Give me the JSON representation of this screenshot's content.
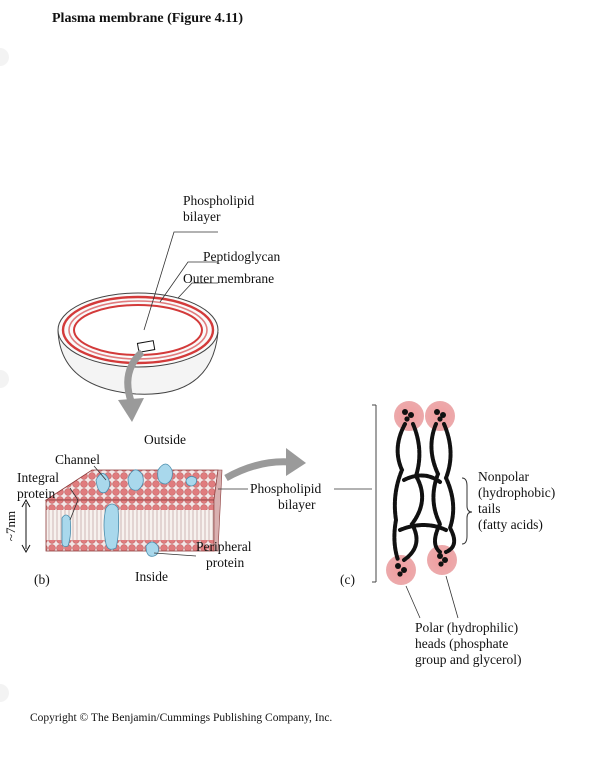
{
  "title": "Plasma membrane  (Figure 4.11)",
  "labels": {
    "phospholipid_bilayer_top": [
      "Phospholipid",
      "bilayer"
    ],
    "peptidoglycan": "Peptidoglycan",
    "outer_membrane": "Outer membrane",
    "outside": "Outside",
    "channel": "Channel",
    "integral_protein": [
      "Integral",
      "protein"
    ],
    "size": "~7nm",
    "phospholipid_bilayer_mid": [
      "Phospholipid",
      "bilayer"
    ],
    "peripheral_protein": [
      "Peripheral",
      "protein"
    ],
    "inside": "Inside",
    "panel_b": "(b)",
    "panel_c": "(c)",
    "nonpolar": [
      "Nonpolar",
      "(hydrophobic)",
      "tails",
      "(fatty acids)"
    ],
    "polar": [
      "Polar (hydrophilic)",
      "heads (phosphate",
      "group and glycerol)"
    ]
  },
  "copyright": "Copyright © The Benjamin/Cummings Publishing Company, Inc.",
  "colors": {
    "head_pink": "#e0787a",
    "head_glow": "#f0a7a8",
    "protein_blue": "#a9d8ec",
    "membrane_red": "#d33a3a",
    "arrow_gray": "#9a9a9a"
  }
}
